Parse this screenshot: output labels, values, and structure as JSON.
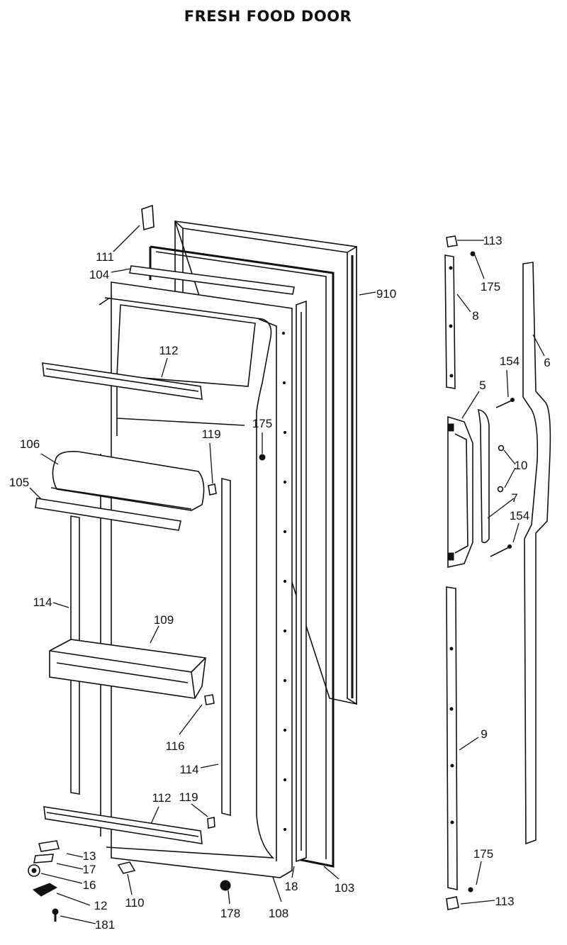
{
  "title": "FRESH FOOD DOOR",
  "callouts": {
    "p111": "111",
    "p104": "104",
    "p910": "910",
    "p112a": "112",
    "p119a": "119",
    "p175a": "175",
    "p106": "106",
    "p105": "105",
    "p114a": "114",
    "p109": "109",
    "p116": "116",
    "p114b": "114",
    "p112b": "112",
    "p119b": "119",
    "p13": "13",
    "p17": "17",
    "p16": "16",
    "p12": "12",
    "p181": "181",
    "p110": "110",
    "p178": "178",
    "p108": "108",
    "p18": "18",
    "p103": "103",
    "p113a": "113",
    "p175b": "175",
    "p8": "8",
    "p154a": "154",
    "p6": "6",
    "p5": "5",
    "p10": "10",
    "p7": "7",
    "p154b": "154",
    "p9": "9",
    "p175c": "175",
    "p113b": "113"
  }
}
